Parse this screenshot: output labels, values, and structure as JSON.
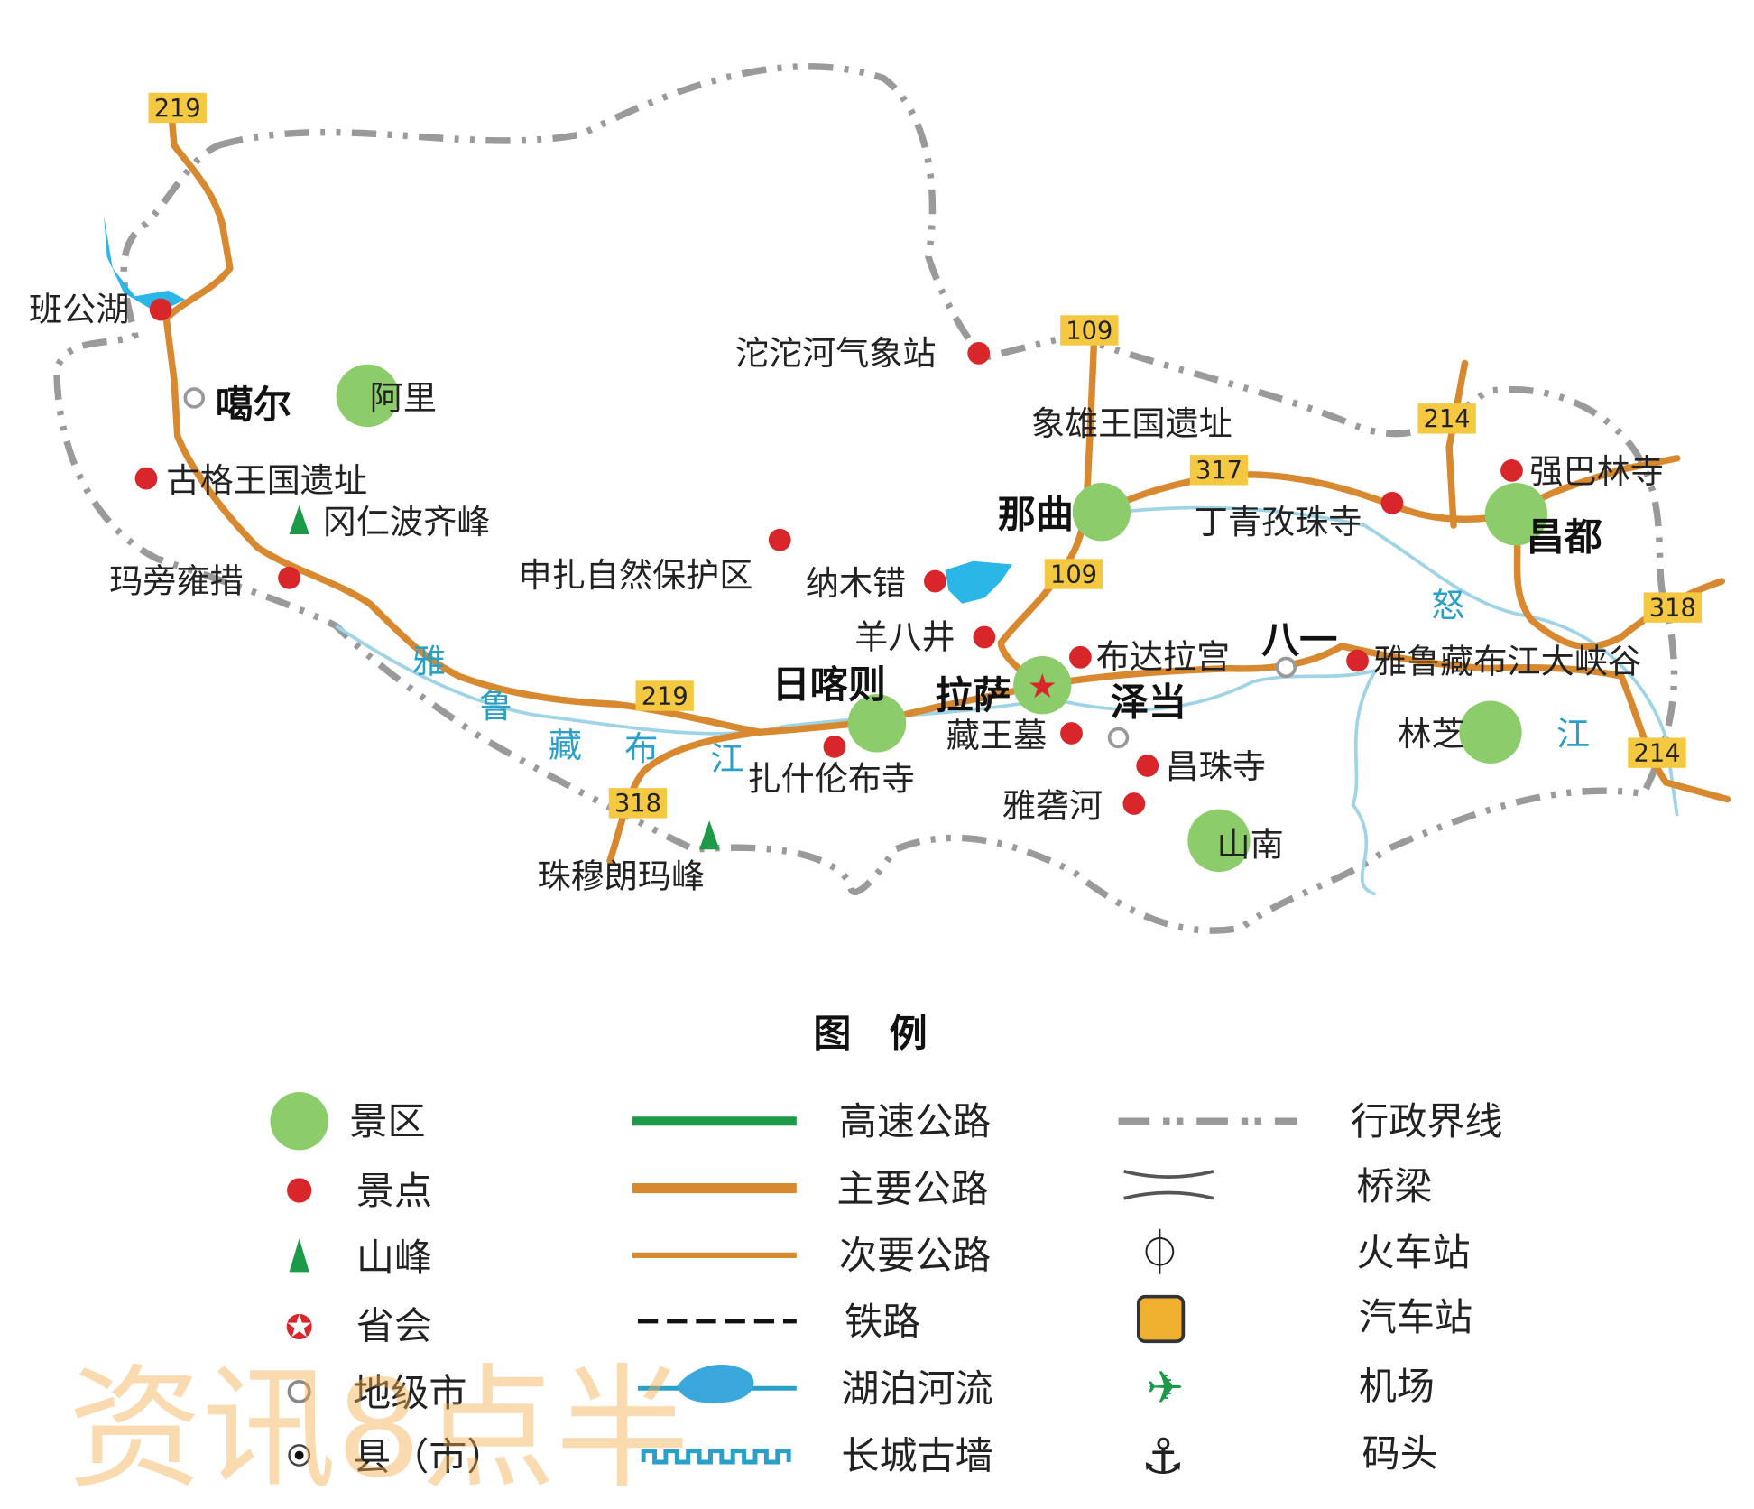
{
  "watermark": "资讯8点半",
  "map": {
    "scenic_spots": [
      "班公湖",
      "古格王国遗址",
      "玛旁雍措",
      "沱沱河气象站",
      "申扎自然保护区",
      "纳木错",
      "羊八井",
      "布达拉宫",
      "雅鲁藏布江大峡谷",
      "强巴林寺",
      "丁青孜珠寺",
      "藏王墓",
      "昌珠寺",
      "雅砻河",
      "扎什伦布寺",
      "象雄王国遗址"
    ],
    "peaks": [
      "冈仁波齐峰",
      "珠穆朗玛峰"
    ],
    "scenic_areas": [
      "阿里",
      "林芝",
      "山南"
    ],
    "cities": [
      "噶尔",
      "那曲",
      "日喀则",
      "拉萨",
      "泽当",
      "八一",
      "昌都"
    ],
    "roads": [
      "219",
      "109",
      "214",
      "317",
      "109",
      "318",
      "219",
      "318",
      "214"
    ],
    "rivers": [
      "雅",
      "鲁",
      "藏",
      "布",
      "江",
      "怒",
      "江"
    ]
  },
  "legend": {
    "title": "图　例",
    "items": [
      "景区",
      "景点",
      "山峰",
      "省会",
      "地级市",
      "县（市）",
      "高速公路",
      "主要公路",
      "次要公路",
      "铁路",
      "湖泊河流",
      "长城古墙",
      "行政界线",
      "桥梁",
      "火车站",
      "汽车站",
      "机场",
      "码头"
    ]
  },
  "colors": {
    "road": "#d8892f",
    "scenic": "#8ccc6a",
    "spot": "#d9262a",
    "river": "#2aa0c8",
    "border": "#999999",
    "highway": "#1c9a48"
  }
}
